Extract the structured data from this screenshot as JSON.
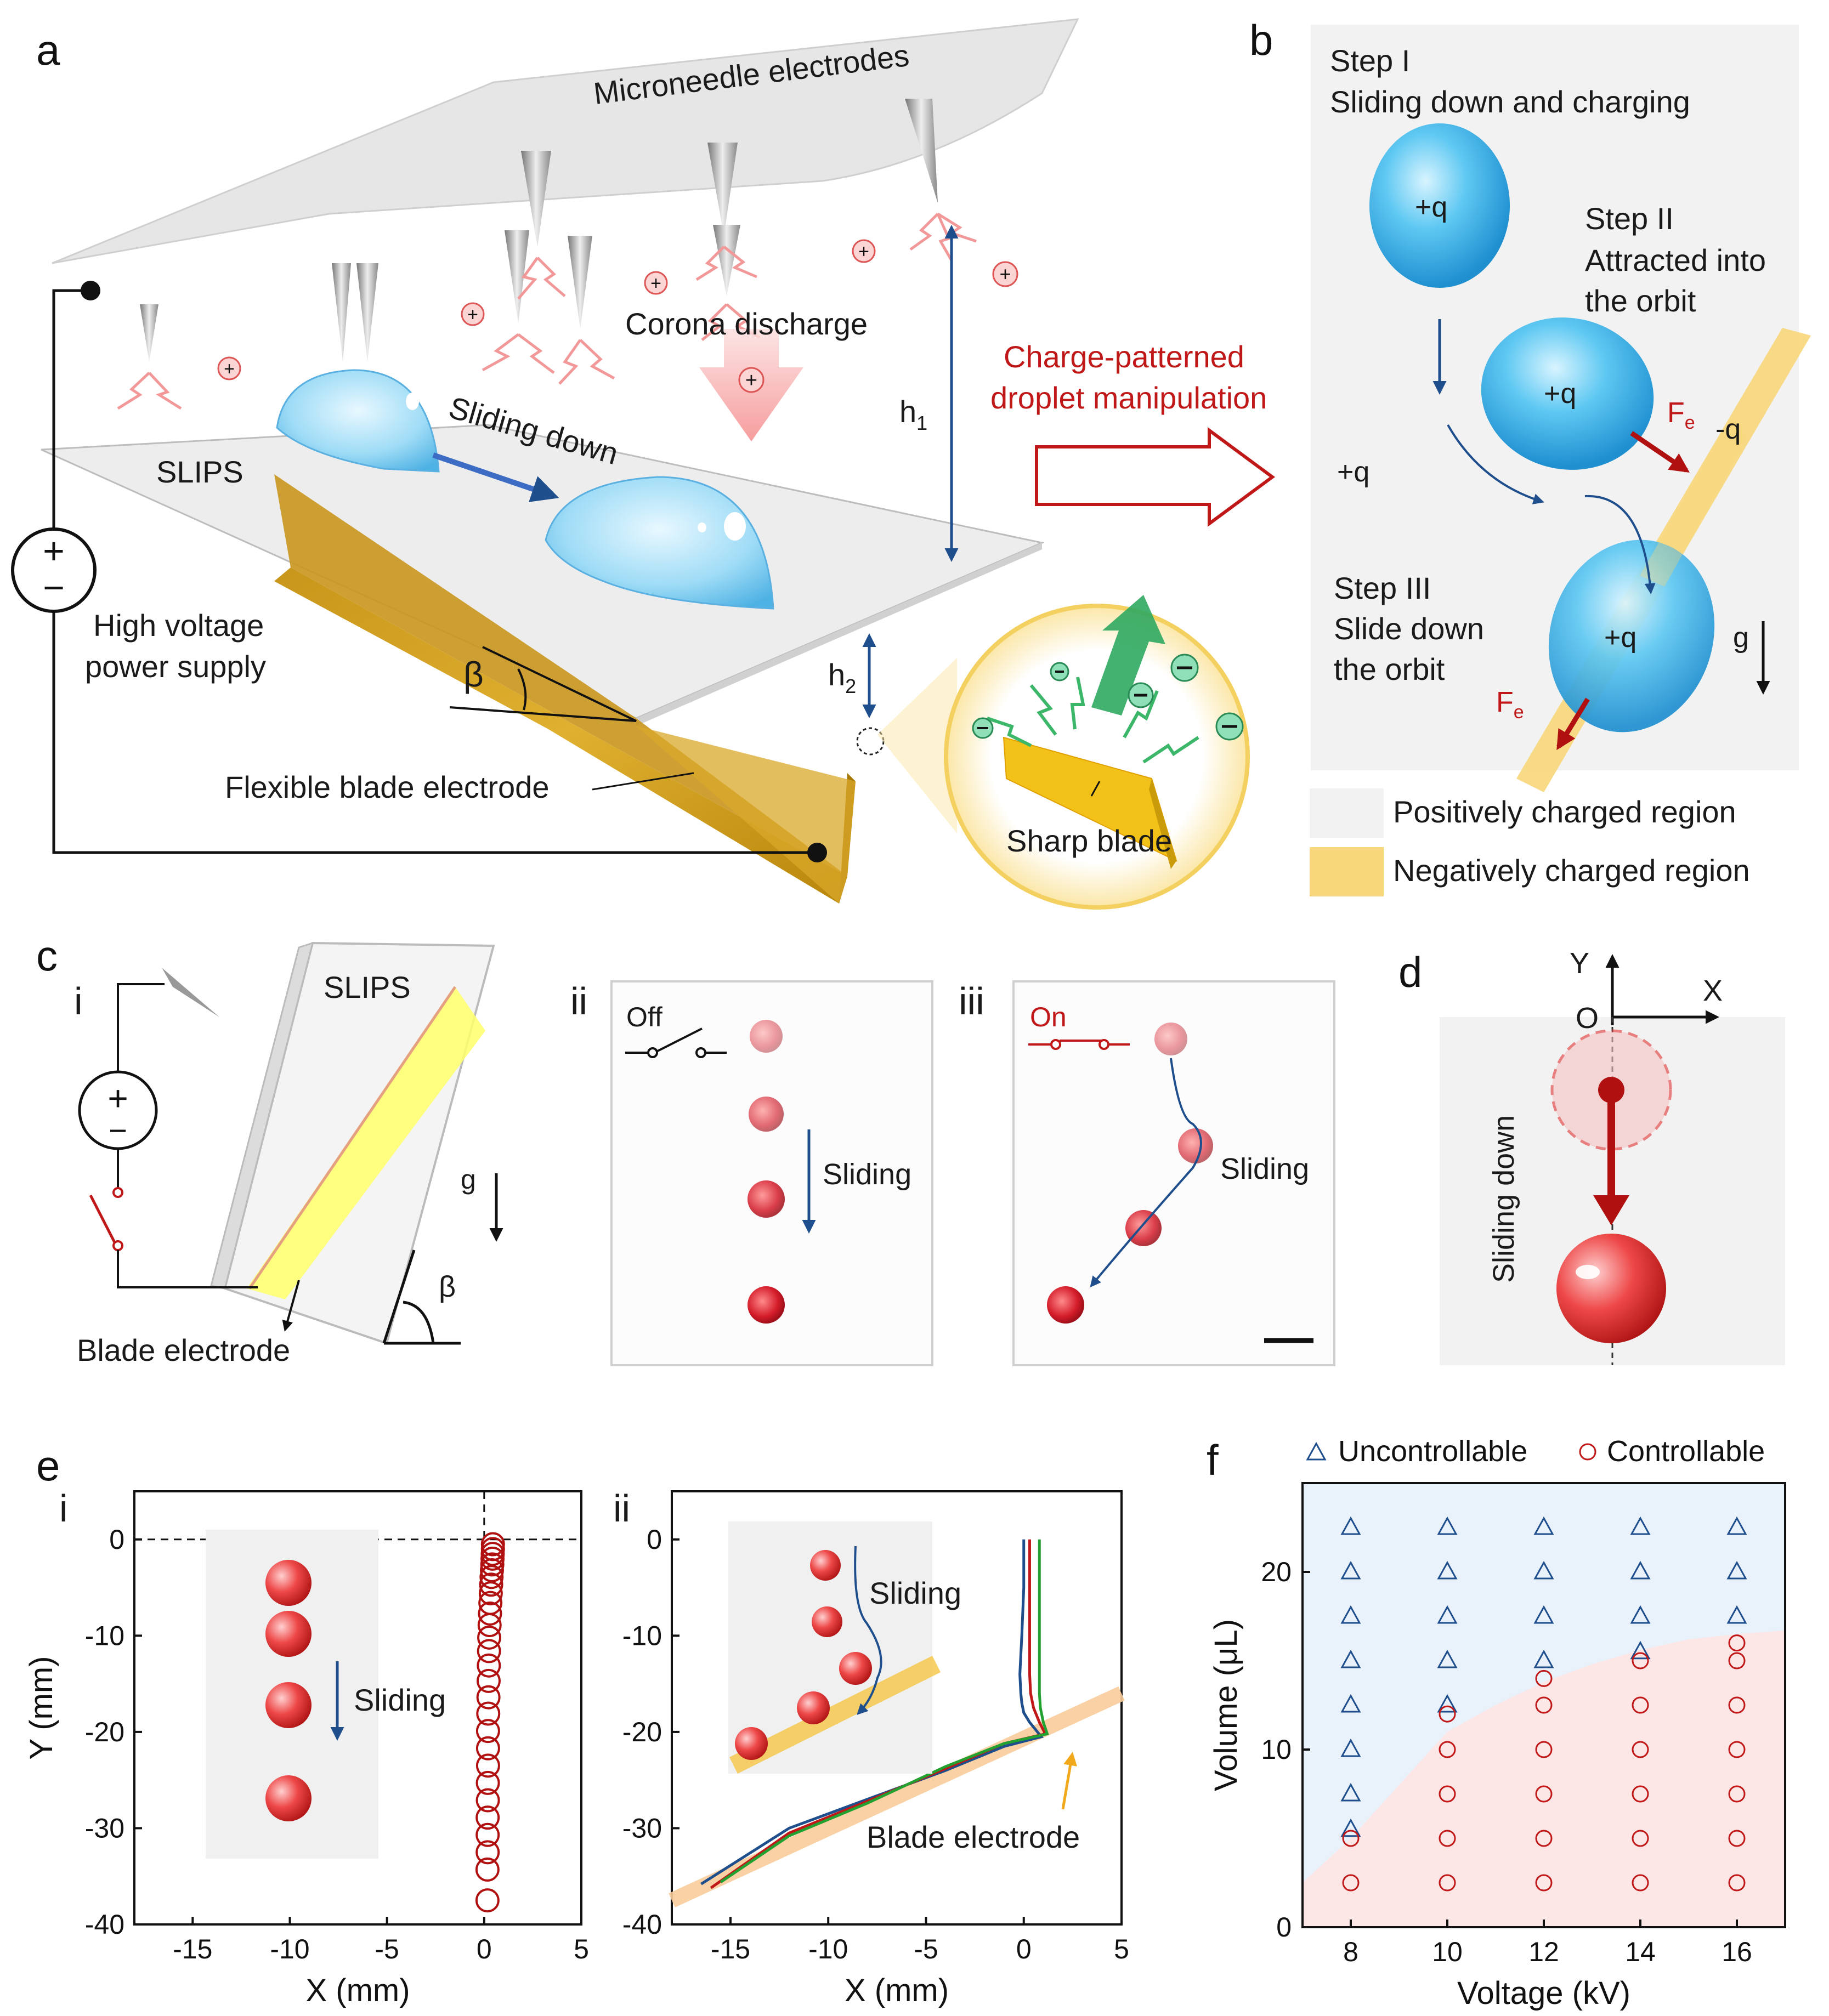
{
  "panels": {
    "a": "a",
    "b": "b",
    "c": "c",
    "d": "d",
    "e": "e",
    "f": "f"
  },
  "panel_a": {
    "microneedle": "Microneedle electrodes",
    "corona": "Corona discharge",
    "slips": "SLIPS",
    "sliding": "Sliding down",
    "h1": "h",
    "h1_sub": "1",
    "h2": "h",
    "h2_sub": "2",
    "beta": "β",
    "blade": "Flexible blade electrode",
    "sharp_blade": "Sharp blade",
    "power_line1": "High voltage",
    "power_line2": "power supply",
    "plus": "+",
    "minus": "−"
  },
  "arrow_text": {
    "line1": "Charge-patterned",
    "line2": "droplet manipulation"
  },
  "panel_b": {
    "step1_a": "Step I",
    "step1_b": "Sliding down and charging",
    "step2_a": "Step II",
    "step2_b": "Attracted into",
    "step2_c": "the orbit",
    "step3_a": "Step III",
    "step3_b": "Slide down",
    "step3_c": "the orbit",
    "q_pos": "+q",
    "q_neg": "-q",
    "fe": "F",
    "fe_sub": "e",
    "g": "g",
    "legend_pos": "Positively charged region",
    "legend_neg": "Negatively charged region"
  },
  "panel_c": {
    "i": "i",
    "ii": "ii",
    "iii": "iii",
    "slips": "SLIPS",
    "g": "g",
    "beta": "β",
    "blade": "Blade electrode",
    "off": "Off",
    "on": "On",
    "sliding": "Sliding"
  },
  "panel_d": {
    "y": "Y",
    "x": "X",
    "o": "O",
    "sliding": "Sliding down"
  },
  "panel_e": {
    "i": "i",
    "ii": "ii",
    "sliding": "Sliding",
    "blade": "Blade electrode",
    "xlabel": "X (mm)",
    "ylabel": "Y (mm)",
    "xticks": [
      "-15",
      "-10",
      "-5",
      "0",
      "5"
    ],
    "yticks": [
      "0",
      "-10",
      "-20",
      "-30",
      "-40"
    ]
  },
  "chart_data": [
    {
      "type": "scatter",
      "title": "e-i",
      "xlabel": "X (mm)",
      "ylabel": "Y (mm)",
      "xlim": [
        -18,
        5
      ],
      "ylim": [
        -40,
        5
      ],
      "x": [
        0.45,
        0.45,
        0.44,
        0.43,
        0.42,
        0.4,
        0.38,
        0.36,
        0.34,
        0.32,
        0.3,
        0.28,
        0.26,
        0.25,
        0.24,
        0.23,
        0.22,
        0.21,
        0.2,
        0.2,
        0.2,
        0.19,
        0.19,
        0.18,
        0.18,
        0.18,
        0.17,
        0.17
      ],
      "y": [
        -0.5,
        -1.0,
        -1.5,
        -2.0,
        -2.6,
        -3.2,
        -3.9,
        -4.7,
        -5.6,
        -6.6,
        -7.7,
        -8.9,
        -10.2,
        -11.6,
        -13.1,
        -14.7,
        -16.4,
        -18.1,
        -19.9,
        -21.7,
        -23.5,
        -25.3,
        -27.1,
        -28.9,
        -30.7,
        -32.5,
        -34.3,
        -37.5
      ]
    },
    {
      "type": "line",
      "title": "e-ii",
      "xlabel": "X (mm)",
      "ylabel": "Y (mm)",
      "xlim": [
        -18,
        5
      ],
      "ylim": [
        -40,
        5
      ],
      "series": [
        {
          "color": "#1f4e8c",
          "x": [
            0.0,
            0.0,
            -0.1,
            -0.2,
            -0.15,
            -0.1,
            0.0,
            0.3,
            0.7,
            0.9,
            -1,
            -4,
            -8,
            -12,
            -16.5
          ],
          "y": [
            0,
            -5,
            -10,
            -14,
            -16,
            -17,
            -18,
            -19,
            -20,
            -20.5,
            -21.5,
            -24,
            -27,
            -30,
            -35.8
          ]
        },
        {
          "color": "#c01818",
          "x": [
            0.3,
            0.3,
            0.3,
            0.3,
            0.35,
            0.5,
            0.8,
            1.1,
            -1,
            -4,
            -8,
            -12,
            -16
          ],
          "y": [
            0,
            -5,
            -10,
            -14,
            -16,
            -17.5,
            -19,
            -20.2,
            -21.2,
            -23.8,
            -27.2,
            -30.5,
            -36.2
          ]
        },
        {
          "color": "#22a030",
          "x": [
            0.8,
            0.8,
            0.8,
            0.8,
            0.8,
            0.85,
            1.0,
            1.2,
            -1,
            -4,
            -8,
            -12,
            -15.5
          ],
          "y": [
            0,
            -5,
            -10,
            -14,
            -16,
            -17.5,
            -19,
            -20.2,
            -21.2,
            -23.6,
            -27.4,
            -30.8,
            -35.6
          ]
        }
      ]
    },
    {
      "type": "scatter",
      "title": "f",
      "xlabel": "Voltage (kV)",
      "ylabel": "Volume (μL)",
      "xlim": [
        7,
        17
      ],
      "ylim": [
        0,
        25
      ],
      "xticks": [
        "8",
        "10",
        "12",
        "14",
        "16"
      ],
      "yticks": [
        "0",
        "10",
        "20"
      ],
      "series": [
        {
          "name": "Uncontrollable",
          "marker": "triangle",
          "color": "#1f4e8c",
          "points": [
            [
              8,
              22.5
            ],
            [
              8,
              20
            ],
            [
              8,
              17.5
            ],
            [
              8,
              15
            ],
            [
              8,
              12.5
            ],
            [
              8,
              10
            ],
            [
              8,
              7.5
            ],
            [
              8,
              5.5
            ],
            [
              10,
              22.5
            ],
            [
              10,
              20
            ],
            [
              10,
              17.5
            ],
            [
              10,
              15
            ],
            [
              10,
              12.5
            ],
            [
              12,
              22.5
            ],
            [
              12,
              20
            ],
            [
              12,
              17.5
            ],
            [
              12,
              15
            ],
            [
              14,
              22.5
            ],
            [
              14,
              20
            ],
            [
              14,
              17.5
            ],
            [
              14,
              15.5
            ],
            [
              16,
              22.5
            ],
            [
              16,
              20
            ],
            [
              16,
              17.5
            ]
          ]
        },
        {
          "name": "Controllable",
          "marker": "circle",
          "color": "#c01818",
          "points": [
            [
              8,
              5
            ],
            [
              8,
              2.5
            ],
            [
              10,
              12
            ],
            [
              10,
              10
            ],
            [
              10,
              7.5
            ],
            [
              10,
              5
            ],
            [
              10,
              2.5
            ],
            [
              12,
              14
            ],
            [
              12,
              12.5
            ],
            [
              12,
              10
            ],
            [
              12,
              7.5
            ],
            [
              12,
              5
            ],
            [
              12,
              2.5
            ],
            [
              14,
              15
            ],
            [
              14,
              12.5
            ],
            [
              14,
              10
            ],
            [
              14,
              7.5
            ],
            [
              14,
              5
            ],
            [
              14,
              2.5
            ],
            [
              16,
              16
            ],
            [
              16,
              15
            ],
            [
              16,
              12.5
            ],
            [
              16,
              10
            ],
            [
              16,
              7.5
            ],
            [
              16,
              5
            ],
            [
              16,
              2.5
            ]
          ]
        }
      ]
    }
  ]
}
